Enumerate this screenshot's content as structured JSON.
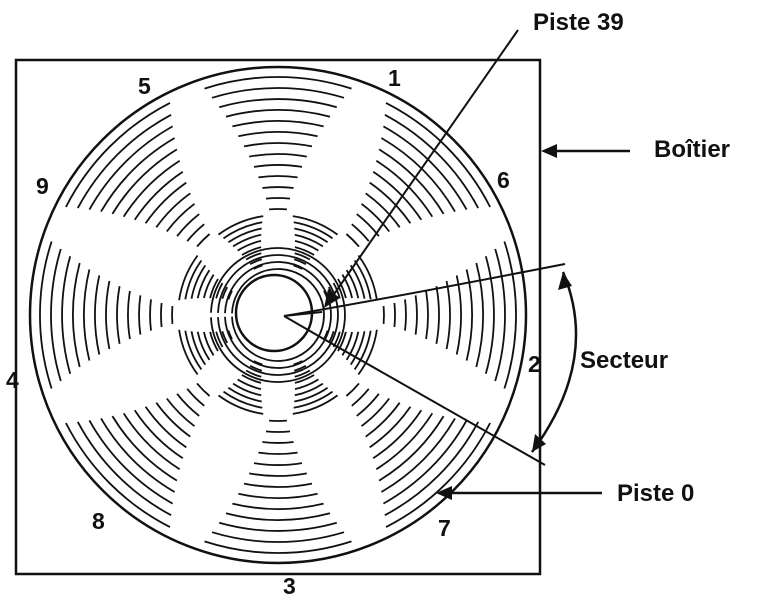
{
  "labels": {
    "piste_39": "Piste 39",
    "boitier": "Boîtier",
    "secteur": "Secteur",
    "piste_0": "Piste 0"
  },
  "sector_numbers": [
    "1",
    "2",
    "3",
    "4",
    "5",
    "6",
    "7",
    "8",
    "9"
  ],
  "colors": {
    "ink": "#111111",
    "paper": "#ffffff"
  }
}
